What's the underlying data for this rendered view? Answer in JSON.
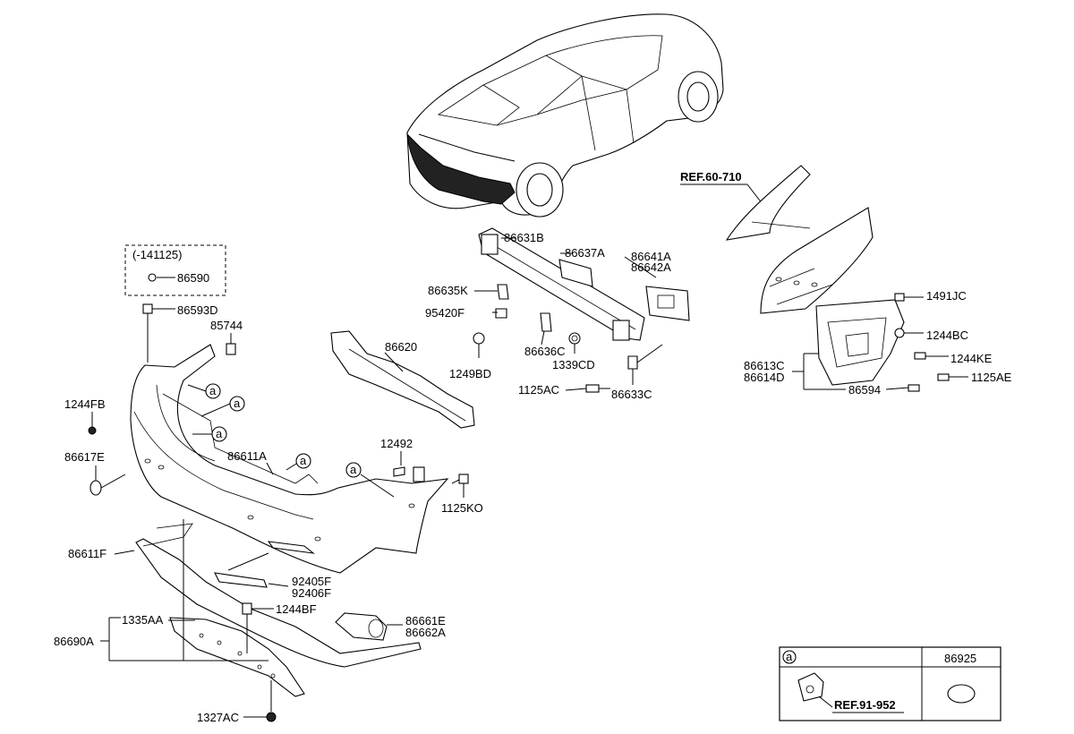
{
  "labels": {
    "ref_60_710": "REF.60-710",
    "p86631B": "86631B",
    "p86637A": "86637A",
    "p86641A": "86641A",
    "p86642A": "86642A",
    "p86635K": "86635K",
    "p95420F": "95420F",
    "p1249BD": "1249BD",
    "p86636C": "86636C",
    "p1339CD": "1339CD",
    "p1125AC": "1125AC",
    "p86633C": "86633C",
    "p86620": "86620",
    "date_note": "(-141125)",
    "p86590": "86590",
    "p86593D": "86593D",
    "p85744": "85744",
    "p1244FB": "1244FB",
    "p86617E": "86617E",
    "p86611A": "86611A",
    "p12492": "12492",
    "p1125KO": "1125KO",
    "p86611F": "86611F",
    "p92405F": "92405F",
    "p92406F": "92406F",
    "p1335AA": "1335AA",
    "p86690A": "86690A",
    "p1244BF": "1244BF",
    "p86661E": "86661E",
    "p86662A": "86662A",
    "p1327AC": "1327AC",
    "p1491JC": "1491JC",
    "p1244BC": "1244BC",
    "p1244KE": "1244KE",
    "p1125AE": "1125AE",
    "p86613C": "86613C",
    "p86614D": "86614D",
    "p86594": "86594"
  },
  "callout": "a",
  "legend": {
    "col_a": "a",
    "col_part": "86925",
    "ref": "REF.91-952"
  }
}
